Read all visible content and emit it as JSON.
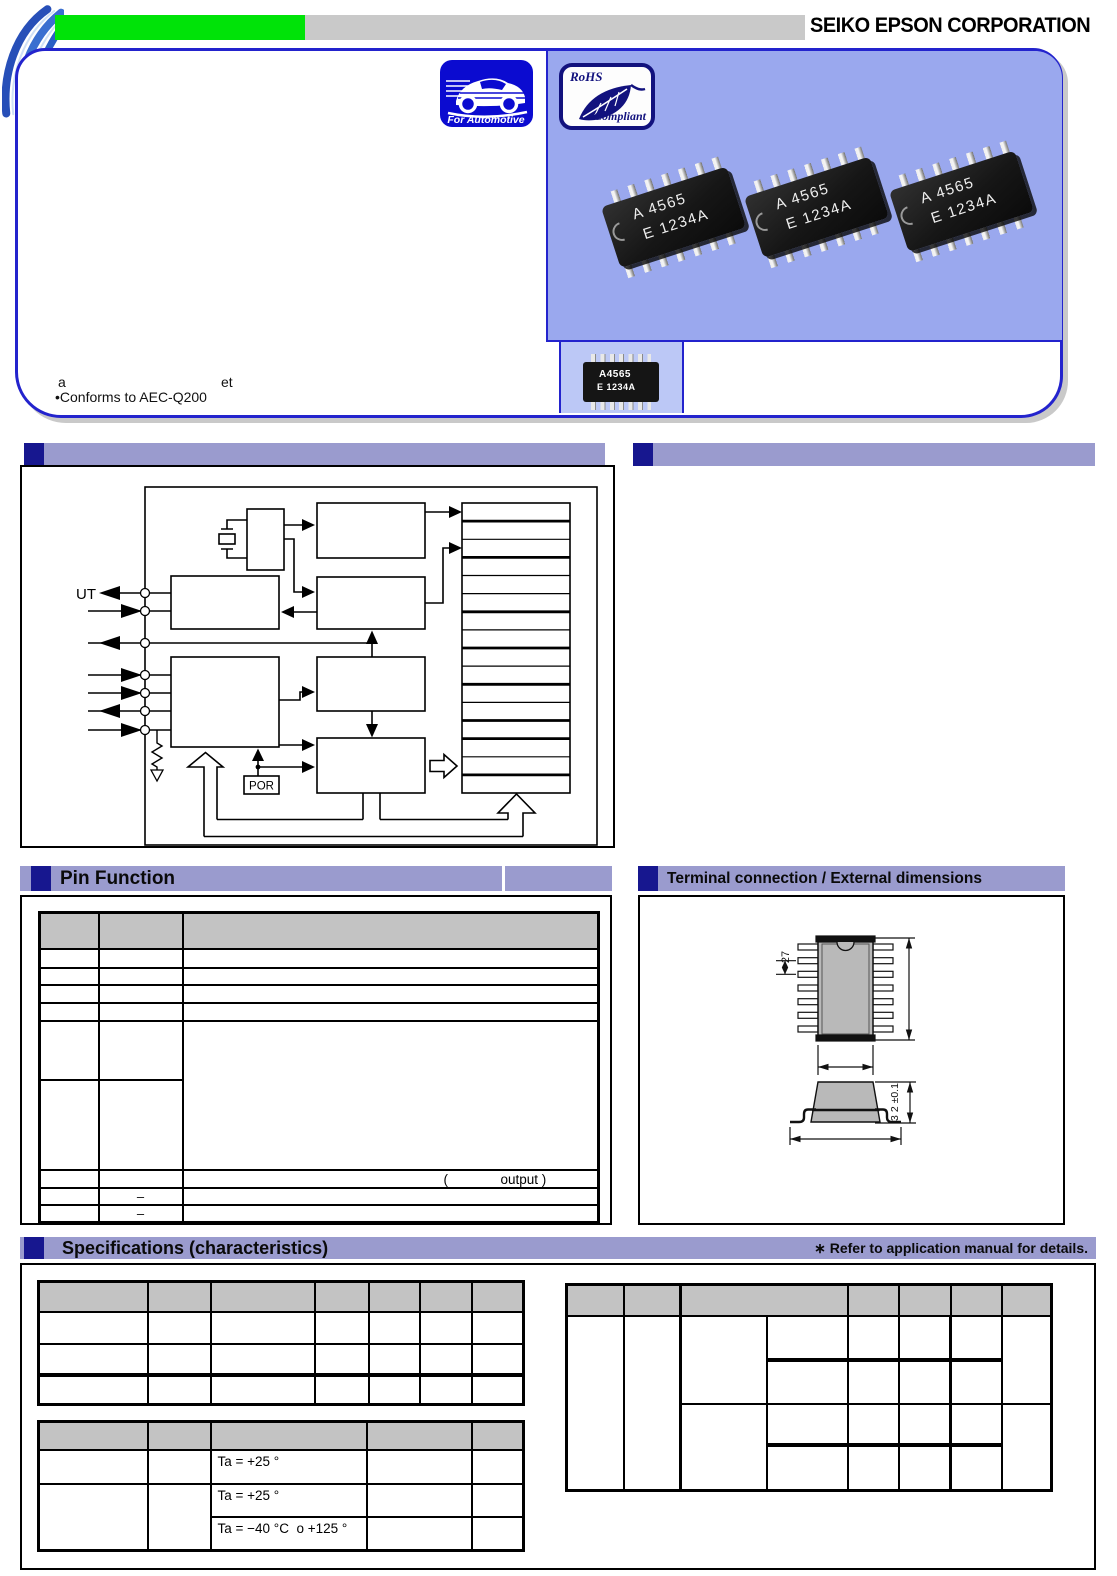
{
  "header": {
    "company": "SEIKO EPSON CORPORATION"
  },
  "hero": {
    "badges": {
      "automotive": "For Automotive",
      "rohs_line1": "RoHS",
      "rohs_line2": "Compliant"
    },
    "chip_mark_line1": "A 4565",
    "chip_mark_line2": "E 1234A",
    "small_chip_line1": "A4565",
    "small_chip_line2": "E 1234A",
    "features": {
      "a": "a",
      "et": "et",
      "bullet": "•Conforms to AEC-Q200"
    }
  },
  "sections": {
    "pin_function": "Pin Function",
    "terminal": "Terminal connection / External dimensions",
    "specifications": "Specifications (characteristics)",
    "specs_note": "∗ Refer to application manual for details."
  },
  "diagram": {
    "ut_label": "UT",
    "por_label": "POR"
  },
  "pin_table": {
    "output_note": "(              output )",
    "dash_row1": "–",
    "dash_row2": "–"
  },
  "package": {
    "pitch_label": "27",
    "height_label": "3 2 ±0.1"
  },
  "spec_tables": {
    "cond_row1": "Ta = +25 °",
    "cond_row2": "Ta = +25 °",
    "cond_row3": "Ta = −40 °C  o +125 °"
  },
  "colors": {
    "hero_border": "#2323cd",
    "hero_fill": "#9aa8ee",
    "panel_fill": "#bcc8f6",
    "bar_purple": "#9a9bce",
    "bar_navy": "#17178f",
    "green_bar": "#00e308",
    "gray_bar": "#c9c9c9",
    "table_header_gray": "#c3c3c3"
  }
}
